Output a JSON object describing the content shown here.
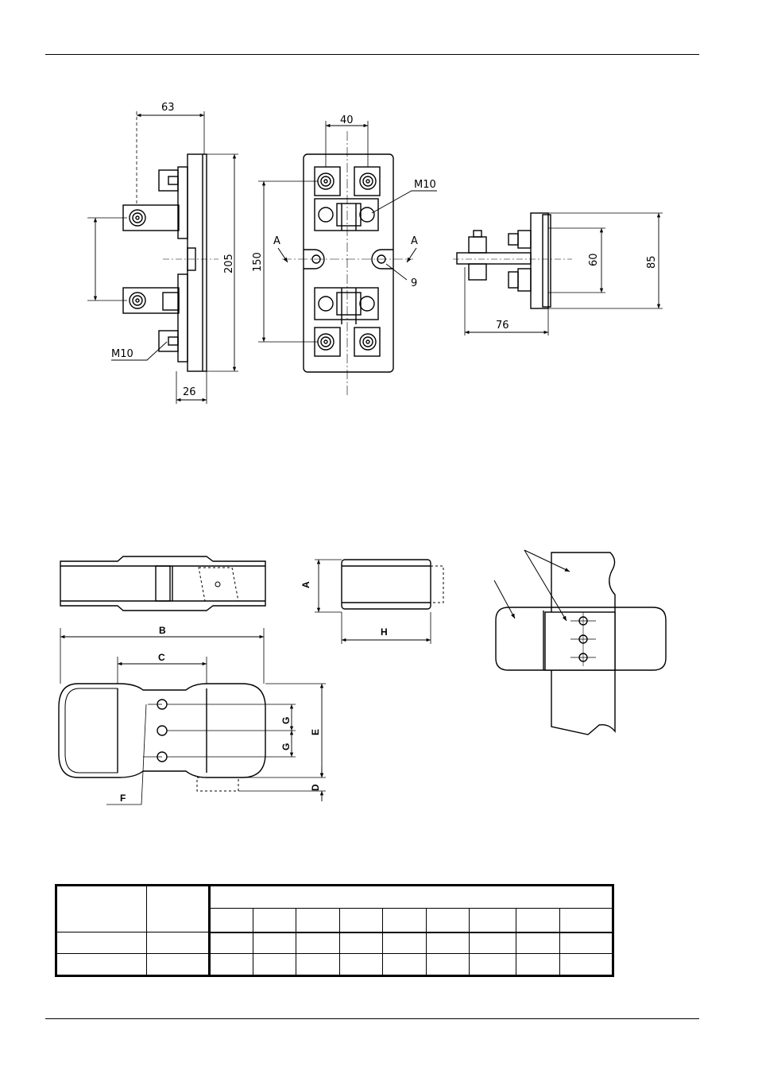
{
  "figure1": {
    "side_view": {
      "dim_top": "63",
      "dim_height": "205",
      "dim_bottom": "26",
      "bolt_label": "M10"
    },
    "front_view": {
      "dim_top": "40",
      "dim_height": "150",
      "bolt_label": "M10",
      "hole_label": "9",
      "section_left": "A",
      "section_right": "A"
    },
    "end_view": {
      "dim_width": "76",
      "dim_inner": "60",
      "dim_outer": "85"
    }
  },
  "figure2": {
    "labels": {
      "a": "A",
      "b": "B",
      "c": "C",
      "d": "D",
      "e": "E",
      "f": "F",
      "g1": "G",
      "g2": "G",
      "h": "H"
    }
  },
  "table": {
    "header_cols": 2,
    "sub_cols": 9,
    "body_rows": 2
  }
}
